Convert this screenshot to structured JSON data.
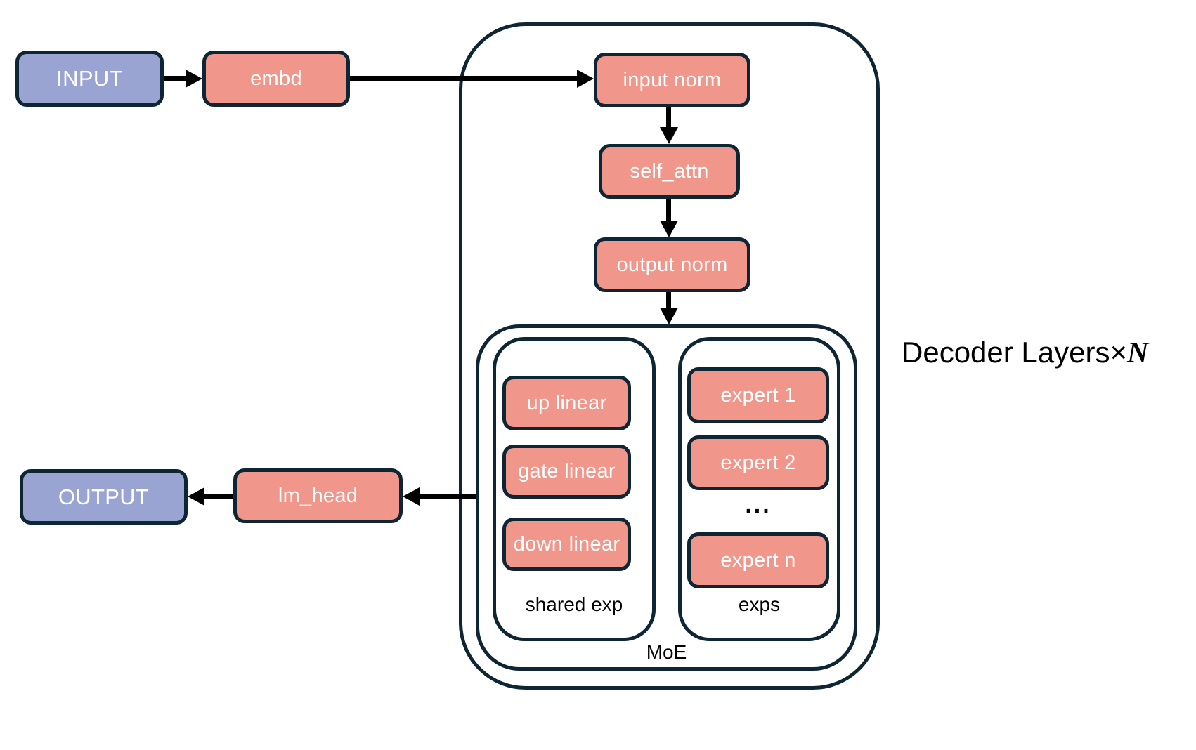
{
  "diagram": {
    "io": {
      "input": "INPUT",
      "output": "OUTPUT"
    },
    "blocks": {
      "embd": "embd",
      "input_norm": "input norm",
      "self_attn": "self_attn",
      "output_norm": "output norm",
      "lm_head": "lm_head",
      "up_linear": "up linear",
      "gate_linear": "gate linear",
      "down_linear": "down linear",
      "expert_1": "expert 1",
      "expert_2": "expert 2",
      "ellipsis": "...",
      "expert_n": "expert n"
    },
    "groups": {
      "shared_exp": "shared exp",
      "exps": "exps",
      "moe": "MoE"
    },
    "title": {
      "prefix": "Decoder Layers",
      "times": "×",
      "n": "N"
    },
    "colors": {
      "io_fill": "#9aa4d2",
      "block_fill": "#f0968b",
      "outline": "#0e2533",
      "arrow": "#000000",
      "label_text": "#000000",
      "box_text": "#ffffff",
      "background": "#ffffff"
    }
  }
}
